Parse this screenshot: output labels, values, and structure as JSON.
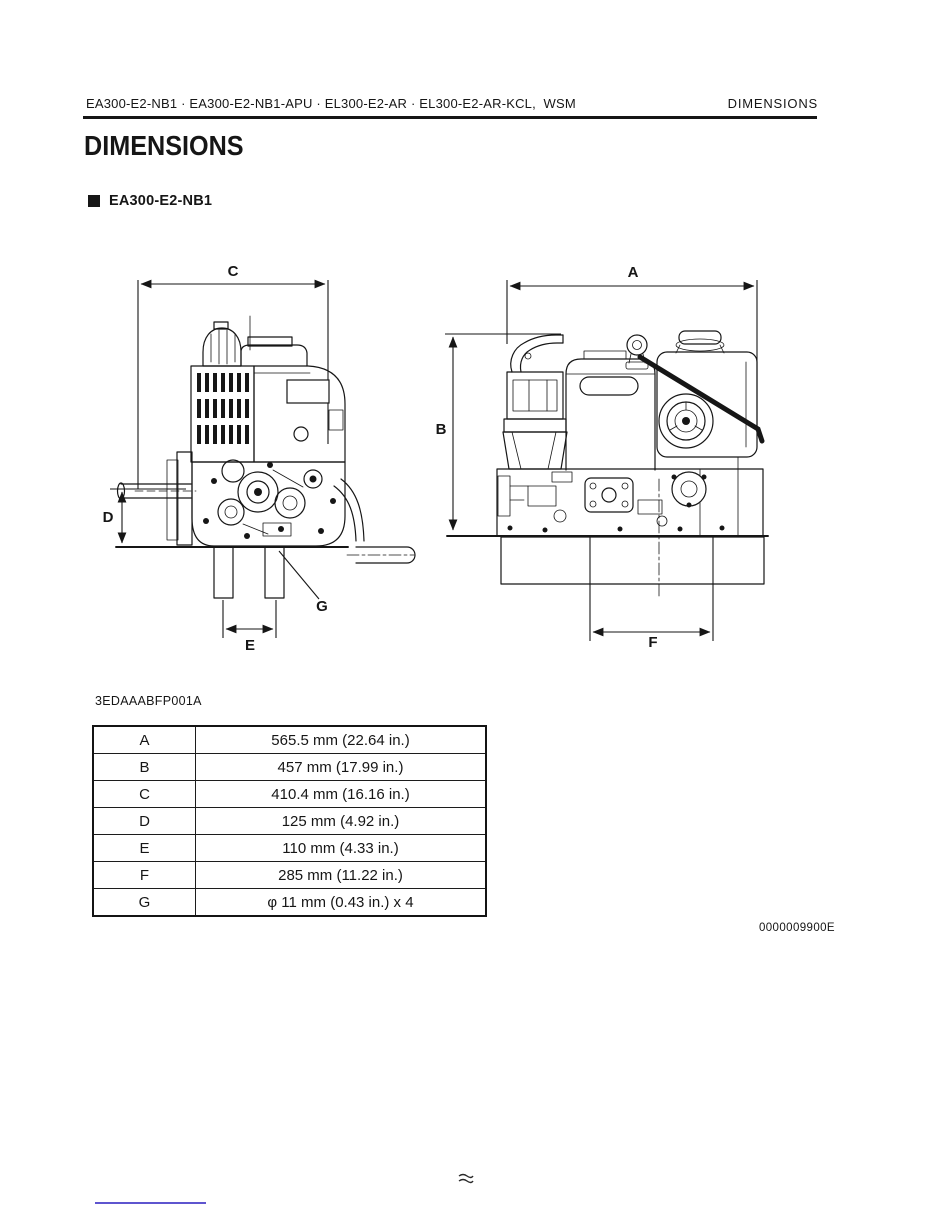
{
  "header": {
    "models": "EA300-E2-NB1 · EA300-E2-NB1-APU · EL300-E2-AR · EL300-E2-AR-KCL,  WSM",
    "section": "DIMENSIONS"
  },
  "title": "DIMENSIONS",
  "subsection": {
    "model": "EA300-E2-NB1"
  },
  "figure": {
    "code": "3EDAAABFP001A",
    "dimension_labels": {
      "a": "A",
      "b": "B",
      "c": "C",
      "d": "D",
      "e": "E",
      "f": "F",
      "g": "G"
    }
  },
  "table": {
    "rows": [
      {
        "key": "A",
        "value": "565.5 mm (22.64 in.)"
      },
      {
        "key": "B",
        "value": "457 mm (17.99 in.)"
      },
      {
        "key": "C",
        "value": "410.4 mm (16.16 in.)"
      },
      {
        "key": "D",
        "value": "125 mm (4.92 in.)"
      },
      {
        "key": "E",
        "value": "110 mm (4.33 in.)"
      },
      {
        "key": "F",
        "value": "285 mm (11.22 in.)"
      },
      {
        "key": "G",
        "value": "φ 11 mm (0.43 in.) x 4"
      }
    ]
  },
  "footer": {
    "doc_number": "0000009900E"
  }
}
